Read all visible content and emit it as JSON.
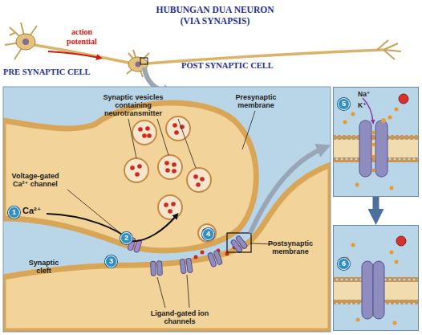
{
  "diagram": {
    "title": "HUBUNGAN DUA NEURON (VIA SYNAPSIS)",
    "nodes": [
      {
        "text": [
          "5",
          "Na⁺",
          "K⁺"
        ]
      },
      {
        "text": [
          "6"
        ]
      }
    ],
    "edges": [
      {
        "from": 0,
        "to": 1,
        "arrow": "to"
      }
    ],
    "labels": [
      "action potential",
      "PRE SYNAPTIC CELL",
      "POST SYNAPTIC CELL",
      "Synaptic vesicles containing neurotransmitter",
      "Presynaptic membrane",
      "Voltage-gated Ca²⁺ channel",
      "1",
      "Ca²⁺",
      "2",
      "Synaptic cleft",
      "3",
      "4",
      "Postsynaptic membrane",
      "Ligand-gated ion channels"
    ]
  }
}
